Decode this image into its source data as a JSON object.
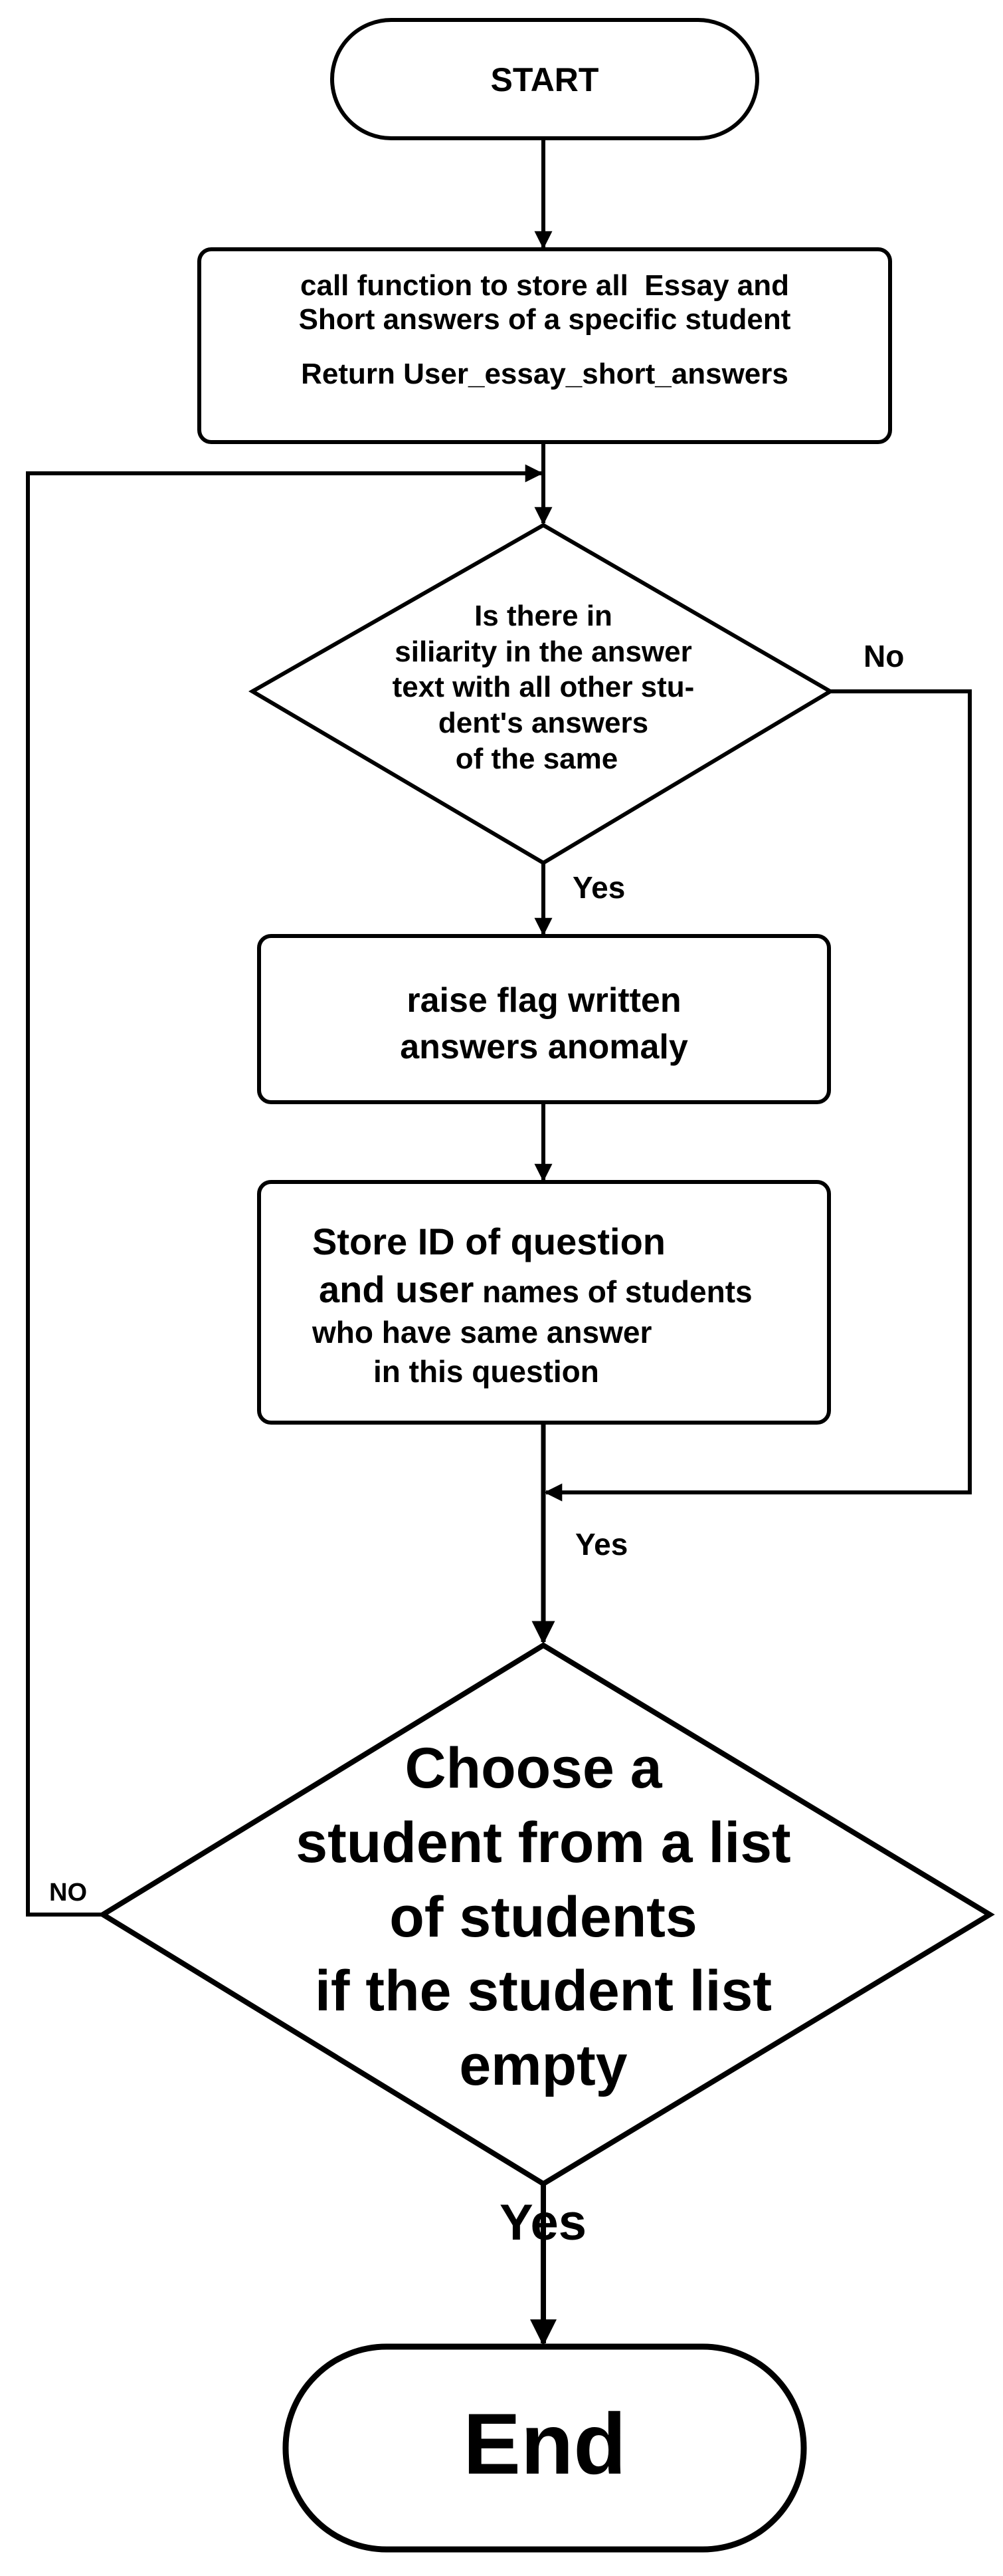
{
  "diagram": {
    "nodes": {
      "start": {
        "text": "START"
      },
      "call_function": {
        "line1": "call function to store all  Essay and",
        "line2": "Short answers of a specific student",
        "line3": "Return User_essay_short_answers"
      },
      "similarity_decision": {
        "line1": "Is there in",
        "line2": "siliarity in the answer",
        "line3": "text with all other stu-",
        "line4": "dent's answers",
        "line5": "of the same"
      },
      "raise_flag": {
        "line1": "raise flag written",
        "line2": "answers anomaly"
      },
      "store_id": {
        "line1": "Store ID of question",
        "line2_bold": "and user",
        "line2_rest": " names of students",
        "line3": "who have same answer",
        "line4": "in this question"
      },
      "choose_student_decision": {
        "line1": "Choose a",
        "line2": "student from a list",
        "line3": "of students",
        "line4": "if the student list",
        "line5": "empty"
      },
      "end": {
        "text": "End"
      }
    },
    "edge_labels": {
      "similarity_yes": "Yes",
      "similarity_no": "No",
      "merge_yes": "Yes",
      "choose_no": "NO",
      "choose_yes": "Yes"
    }
  }
}
